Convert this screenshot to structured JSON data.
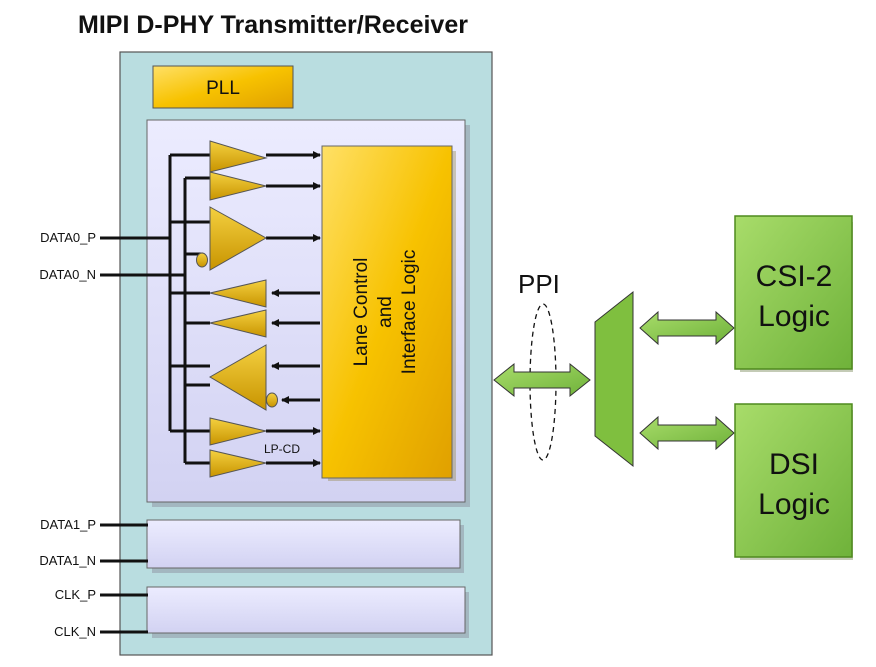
{
  "title": "MIPI D-PHY Transmitter/Receiver",
  "pll": "PLL",
  "lane_logic": [
    "Lane Control",
    "and",
    "Interface Logic"
  ],
  "lpcd": "LP-CD",
  "ppi": "PPI",
  "pins": {
    "data0_p": "DATA0_P",
    "data0_n": "DATA0_N",
    "data1_p": "DATA1_P",
    "data1_n": "DATA1_N",
    "clk_p": "CLK_P",
    "clk_n": "CLK_N"
  },
  "csi": [
    "CSI-2",
    "Logic"
  ],
  "dsi": [
    "DSI",
    "Logic"
  ],
  "colors": {
    "phy_bg": "#b9dde0",
    "lane_bg": "#dcdcf8",
    "gold": "#f7c200",
    "green": "#8ccc48",
    "green_dark": "#4f8a1e"
  }
}
